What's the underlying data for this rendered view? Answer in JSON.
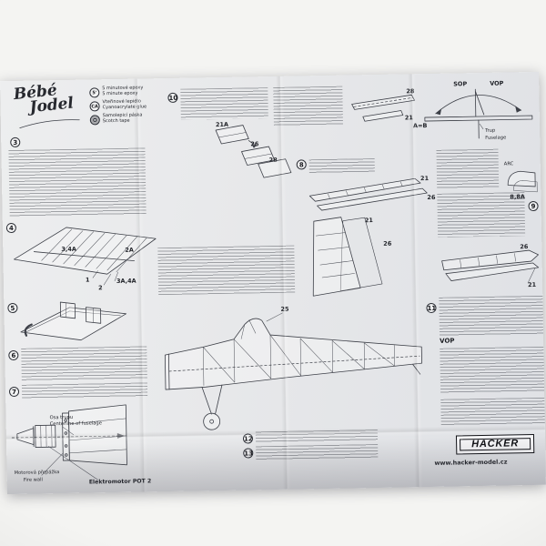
{
  "logo": {
    "line1": "Bébé",
    "line2": "Jodel"
  },
  "legend": {
    "items": [
      {
        "icon": "5'",
        "cz": "5 minutové epoxy",
        "en": "5 minute epoxy"
      },
      {
        "icon": "CA",
        "cz": "Vteřinové lepidlo",
        "en": "Cyanoacrylate glue"
      },
      {
        "icon": "",
        "cz": "Samolepicí páska",
        "en": "Scotch tape"
      }
    ]
  },
  "steps": {
    "n3": "3",
    "n4": "4",
    "n5": "5",
    "n6": "6",
    "n7": "7",
    "n8": "8",
    "n9": "9",
    "n10": "10",
    "n11": "11",
    "n12": "12",
    "n13": "13"
  },
  "parts": {
    "p1": "1",
    "p2": "2",
    "p2A": "2A",
    "p34A": "3,4A",
    "p3A4A": "3A,4A",
    "p21": "21",
    "p21A": "21A",
    "p25": "25",
    "p26": "26",
    "p28": "28",
    "p88A": "8,8A",
    "pARC": "ARC"
  },
  "diagram": {
    "sop": "SOP",
    "vop": "VOP",
    "aeqb": "A=B",
    "trup": "Trup",
    "fuselage": "Fuselage"
  },
  "captions": {
    "osa_trupu": "Osa trupu",
    "centerline": "Centerline of fuselage",
    "prepazka": "Motorová přepážka",
    "firewall": "Fire wall",
    "motor": "Elektromotor POT 2",
    "vop_heading": "VOP"
  },
  "footer": {
    "brand": "HACKER",
    "website": "www.hacker-model.cz"
  }
}
